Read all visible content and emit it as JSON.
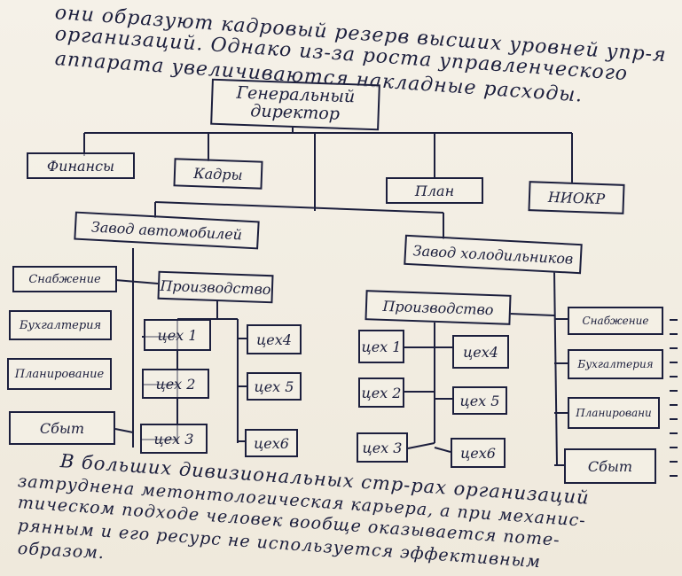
{
  "top_text": {
    "line1": "они образуют кадровый резерв высших уровней упр-я",
    "line2": "организаций. Однако из-за роста управленческого",
    "line3": "аппарата увеличиваются накладные расходы."
  },
  "org_chart": {
    "ceo": {
      "line1": "Генеральный",
      "line2": "директор"
    },
    "departments": {
      "finance": "Финансы",
      "hr": "Кадры",
      "plan": "План",
      "rnd": "НИОКР"
    },
    "plant_auto": {
      "title": "Завод автомобилей",
      "supply": "Снабжение",
      "accounting": "Бухгалтерия",
      "planning": "Планирование",
      "sales": "Сбыт",
      "production": "Производство",
      "shops": [
        "цех 1",
        "цех 2",
        "цех 3",
        "цех4",
        "цех 5",
        "цех6"
      ]
    },
    "plant_fridge": {
      "title": "Завод холодильников",
      "production": "Производство",
      "supply": "Снабжение",
      "accounting": "Бухгалтерия",
      "planning": "Планировани",
      "sales": "Сбыт",
      "shops": [
        "цех 1",
        "цех 2",
        "цех 3",
        "цех4",
        "цех 5",
        "цех6"
      ]
    }
  },
  "bottom_text": {
    "line1": "В больших дивизиональных стр-рах организаций",
    "line2": "затруднена метонтологическая карьера, а при механис-",
    "line3": "тическом подходе человек вообще оказывается поте-",
    "line4": "рянным и его ресурс не используется эффективным",
    "line5": "образом."
  }
}
